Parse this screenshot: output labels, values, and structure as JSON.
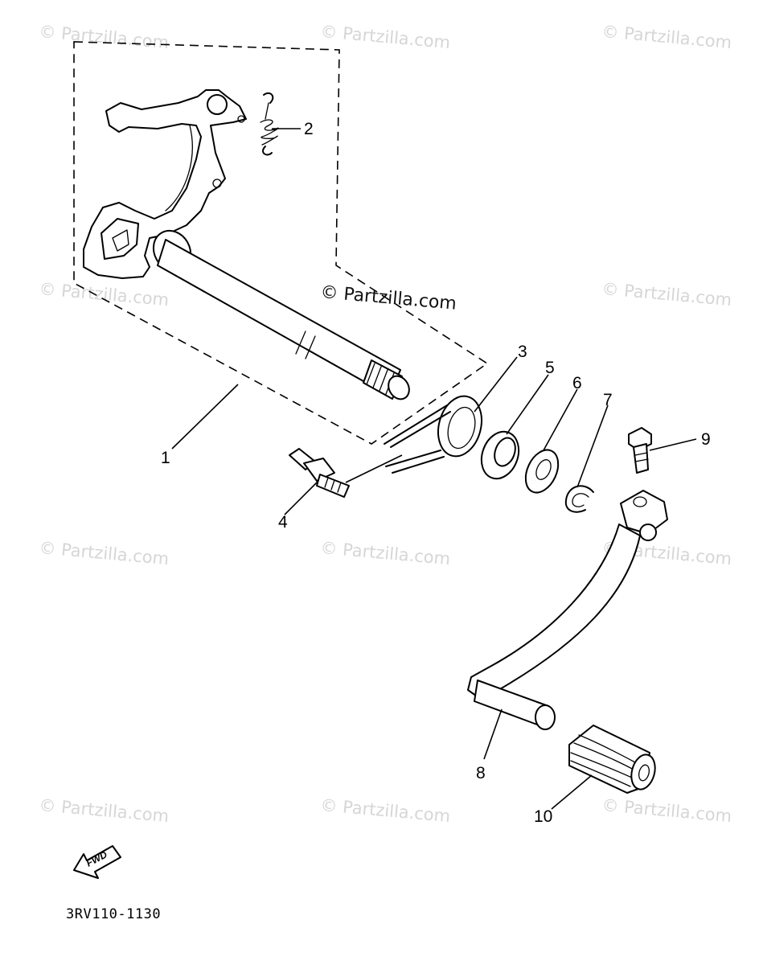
{
  "watermark": {
    "text": "© Partzilla.com",
    "center_text": "© Partzilla.com"
  },
  "callouts": {
    "c1": "1",
    "c2": "2",
    "c3": "3",
    "c4": "4",
    "c5": "5",
    "c6": "6",
    "c7": "7",
    "c8": "8",
    "c9": "9",
    "c10": "10"
  },
  "fwd_label": "FWD",
  "reference_code": "3RV110-1130",
  "colors": {
    "ink": "#000000",
    "watermark": "#d6d6d6",
    "background": "#ffffff"
  }
}
